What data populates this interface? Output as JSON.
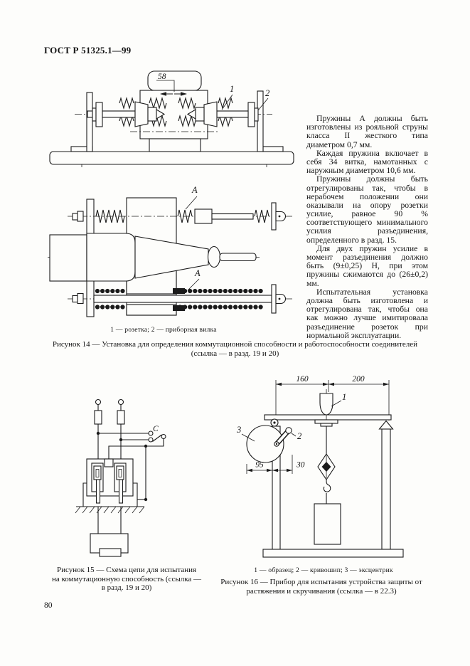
{
  "page": {
    "header": "ГОСТ Р 51325.1—99",
    "number": "80"
  },
  "right_column": {
    "paragraphs": [
      "Пружины А должны быть изготовлены из рояльной струны класса II жесткого типа диаметром 0,7 мм.",
      "Каждая пружина включает в себя 34 витка, намотанных с наружным диаметром 10,6 мм.",
      "Пружины должны быть отрегулированы так, чтобы в нерабочем положении они оказывали на опору розетки усилие, равное 90 % соответствующего минимального усилия разъединения, определенного в разд. 15.",
      "Для двух пружин усилие в момент разъединения должно быть (9±0,25) Н, при этом пружины сжимаются до (26±0,2) мм.",
      "Испытательная установка должна быть изготовлена и отрегулирована так, чтобы она как можно лучше имитировала разъединение розеток при нормальной эксплуатации."
    ]
  },
  "figure14": {
    "dim_58": "58",
    "callout_1": "1",
    "callout_2": "2",
    "callout_a": "А",
    "legend": "1 — розетка; 2 — приборная вилка",
    "caption_line1": "Рисунок 14 — Установка для определения коммутационной способности и работоспособности соединителей",
    "caption_line2": "(ссылка — в разд. 19 и 20)"
  },
  "figure15": {
    "switch_label": "С",
    "caption_line1": "Рисунок 15 — Схема цепи для испытания",
    "caption_line2": "на коммутационную способность (ссылка —",
    "caption_line3": "в разд. 19 и 20)"
  },
  "figure16": {
    "dim_160": "160",
    "dim_200": "200",
    "dim_95": "95",
    "dim_30": "30",
    "callout_1": "1",
    "callout_2": "2",
    "callout_3": "3",
    "legend": "1 — образец; 2 — кривошип; 3 — эксцентрик",
    "caption_line1": "Рисунок 16 — Прибор для испытания устройства  защиты  от",
    "caption_line2": "растяжения  и  скручивания (ссылка — в  22.3)"
  }
}
